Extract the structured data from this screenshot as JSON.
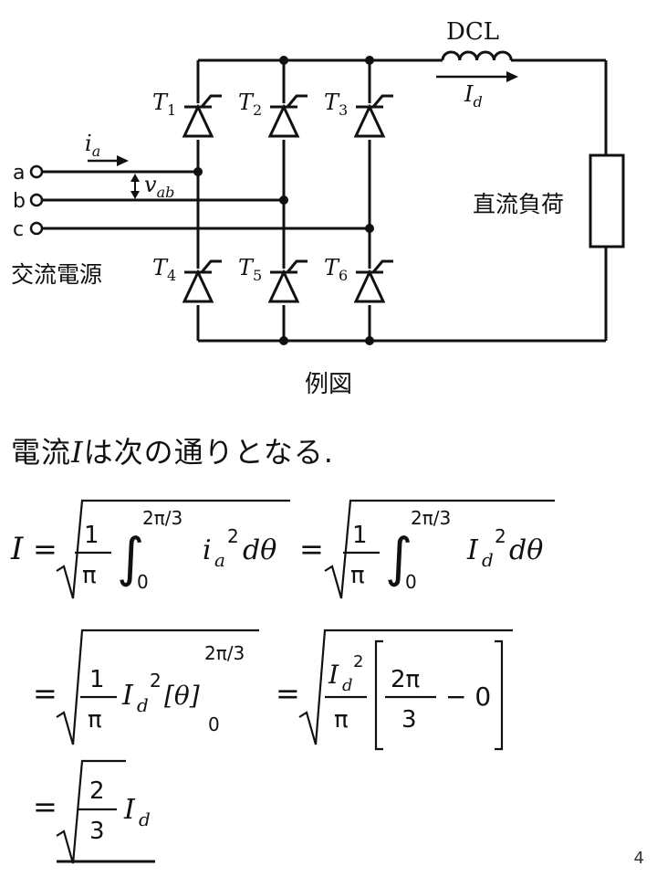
{
  "circuit": {
    "inductor_label": "DCL",
    "current_dc_label": "I",
    "current_dc_sub": "d",
    "phase_current_label": "i",
    "phase_current_sub": "a",
    "voltage_label": "v",
    "voltage_sub": "ab",
    "terminals": [
      "a",
      "b",
      "c"
    ],
    "source_label": "交流電源",
    "load_label": "直流負荷",
    "thyristors": [
      {
        "name": "T",
        "sub": "1"
      },
      {
        "name": "T",
        "sub": "2"
      },
      {
        "name": "T",
        "sub": "3"
      },
      {
        "name": "T",
        "sub": "4"
      },
      {
        "name": "T",
        "sub": "5"
      },
      {
        "name": "T",
        "sub": "6"
      }
    ]
  },
  "caption": "例図",
  "statement": {
    "pre": "電流",
    "var": "I",
    "post": "は次の通りとなる."
  },
  "equations": {
    "lhs": "I",
    "eq": "=",
    "one": "1",
    "pi": "π",
    "upper": "2π/3",
    "lower": "0",
    "ia": "i",
    "ia_sub": "a",
    "sq": "2",
    "dtheta": "dθ",
    "Id": "I",
    "Id_sub": "d",
    "bracket_theta": "[θ]",
    "two_pi": "2π",
    "three": "3",
    "minus_zero": "− 0",
    "two": "2"
  },
  "page_number": "4"
}
